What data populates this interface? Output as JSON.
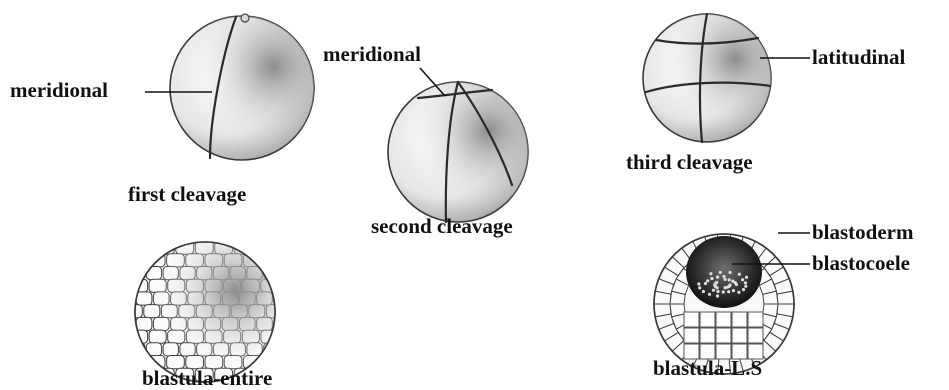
{
  "labels": {
    "first_meridional": "meridional",
    "second_meridional": "meridional",
    "latitudinal": "latitudinal",
    "blastoderm": "blastoderm",
    "blastocoele": "blastocoele"
  },
  "captions": {
    "first": "first cleavage",
    "second": "second cleavage",
    "third": "third cleavage",
    "blastula_entire": "blastula-entire",
    "blastula_ls": "blastula-L.S"
  }
}
